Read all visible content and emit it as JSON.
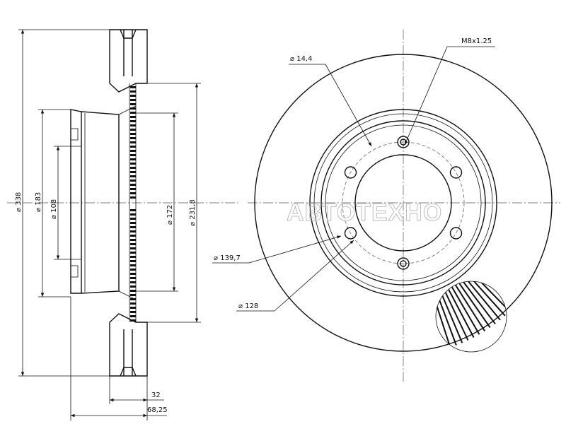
{
  "dimensions": {
    "outer_diameter": "338",
    "hat_diameter": "183",
    "center_bore": "108",
    "inner_rim": "172",
    "friction_inner": "231,8",
    "disc_thickness": "32",
    "total_height": "68,25",
    "bolt_hole": "14,4",
    "thread": "M8x1.25",
    "pcd": "139,7",
    "hub_seat": "128"
  },
  "watermark": "АВТОТЕХНО",
  "colors": {
    "line": "#111111",
    "centerline": "#555555",
    "watermark": "#bdbdbd"
  }
}
